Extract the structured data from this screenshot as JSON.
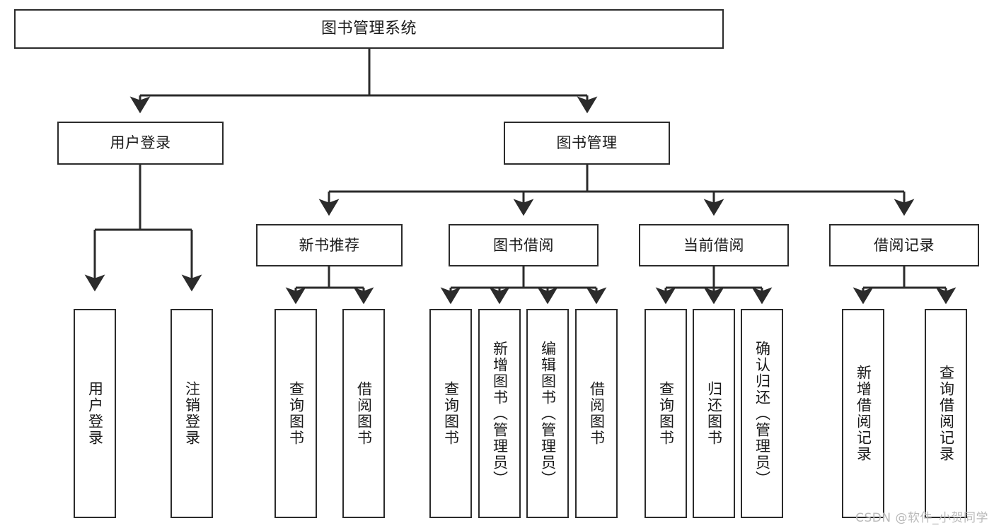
{
  "diagram": {
    "title": "图书管理系统",
    "type": "tree-hierarchy",
    "watermark": "CSDN @软件_小贺同学",
    "colors": {
      "box_border": "#2b2b2b",
      "box_fill": "#ffffff",
      "edge": "#2b2b2b",
      "text": "#1a1a1a",
      "watermark": "#b9b9b9",
      "background": "#ffffff"
    }
  },
  "nodes": {
    "root": {
      "label": "图书管理系统"
    },
    "level2": [
      {
        "id": "user-login",
        "label": "用户登录"
      },
      {
        "id": "book-manage",
        "label": "图书管理"
      }
    ],
    "level3": [
      {
        "id": "new-book-recommend",
        "label": "新书推荐"
      },
      {
        "id": "book-borrow",
        "label": "图书借阅"
      },
      {
        "id": "current-borrow",
        "label": "当前借阅"
      },
      {
        "id": "borrow-record",
        "label": "借阅记录"
      }
    ],
    "leaves": [
      {
        "id": "leaf-user-login",
        "label": "用户登录",
        "parent": "user-login"
      },
      {
        "id": "leaf-logout-login",
        "label": "注销登录",
        "parent": "user-login"
      },
      {
        "id": "leaf-query-book-1",
        "label": "查询图书",
        "parent": "new-book-recommend"
      },
      {
        "id": "leaf-borrow-book-1",
        "label": "借阅图书",
        "parent": "new-book-recommend"
      },
      {
        "id": "leaf-query-book-2",
        "label": "查询图书",
        "parent": "book-borrow"
      },
      {
        "id": "leaf-add-book",
        "label": "新增图书（管理员）",
        "parent": "book-borrow"
      },
      {
        "id": "leaf-edit-book",
        "label": "编辑图书（管理员）",
        "parent": "book-borrow"
      },
      {
        "id": "leaf-borrow-book-2",
        "label": "借阅图书",
        "parent": "book-borrow"
      },
      {
        "id": "leaf-query-book-3",
        "label": "查询图书",
        "parent": "current-borrow"
      },
      {
        "id": "leaf-return-book",
        "label": "归还图书",
        "parent": "current-borrow"
      },
      {
        "id": "leaf-confirm-return",
        "label": "确认归还（管理员）",
        "parent": "current-borrow"
      },
      {
        "id": "leaf-add-record",
        "label": "新增借阅记录",
        "parent": "borrow-record"
      },
      {
        "id": "leaf-query-record",
        "label": "查询借阅记录",
        "parent": "borrow-record"
      }
    ]
  }
}
